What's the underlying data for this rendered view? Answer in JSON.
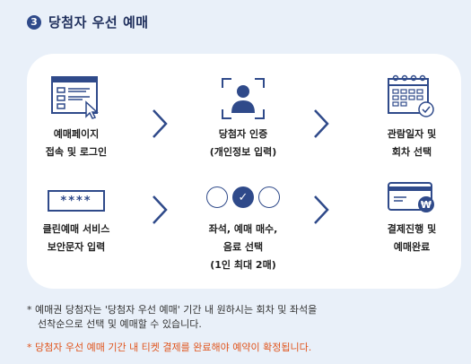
{
  "header": {
    "step_number": "3",
    "title": "당첨자 우선 예매"
  },
  "steps": [
    {
      "line1": "예매페이지",
      "line2": "접속 및 로그인",
      "icon": "webpage-cursor-icon"
    },
    {
      "line1": "당첨자 인증",
      "line2": "(개인정보 입력)",
      "icon": "user-verify-icon"
    },
    {
      "line1": "관람일자 및",
      "line2": "회차 선택",
      "icon": "calendar-check-icon"
    },
    {
      "line1": "클린예매 서비스",
      "line2": "보안문자 입력",
      "icon": "password-field-icon",
      "password_mask": "****"
    },
    {
      "line1": "좌석, 예매 매수,",
      "line2": "음료 선택",
      "line3": "(1인 최대 2매)",
      "icon": "seat-select-icon",
      "check_mark": "✓"
    },
    {
      "line1": "결제진행 및",
      "line2": "예매완료",
      "icon": "card-payment-icon",
      "currency_mark": "₩"
    }
  ],
  "notes": {
    "bullet": "*",
    "line1": "예매권 당첨자는 '당첨자 우선 예매' 기간 내 원하시는 회차 및 좌석을",
    "line2": "선착순으로 선택 및 예매할 수 있습니다.",
    "warning": "당첨자 우선 예매 기간 내 티켓 결제를 완료해야 예약이 확정됩니다."
  },
  "colors": {
    "navy": "#2f4a8a",
    "accent_orange": "#e0541c",
    "background": "#e9f0f9"
  }
}
